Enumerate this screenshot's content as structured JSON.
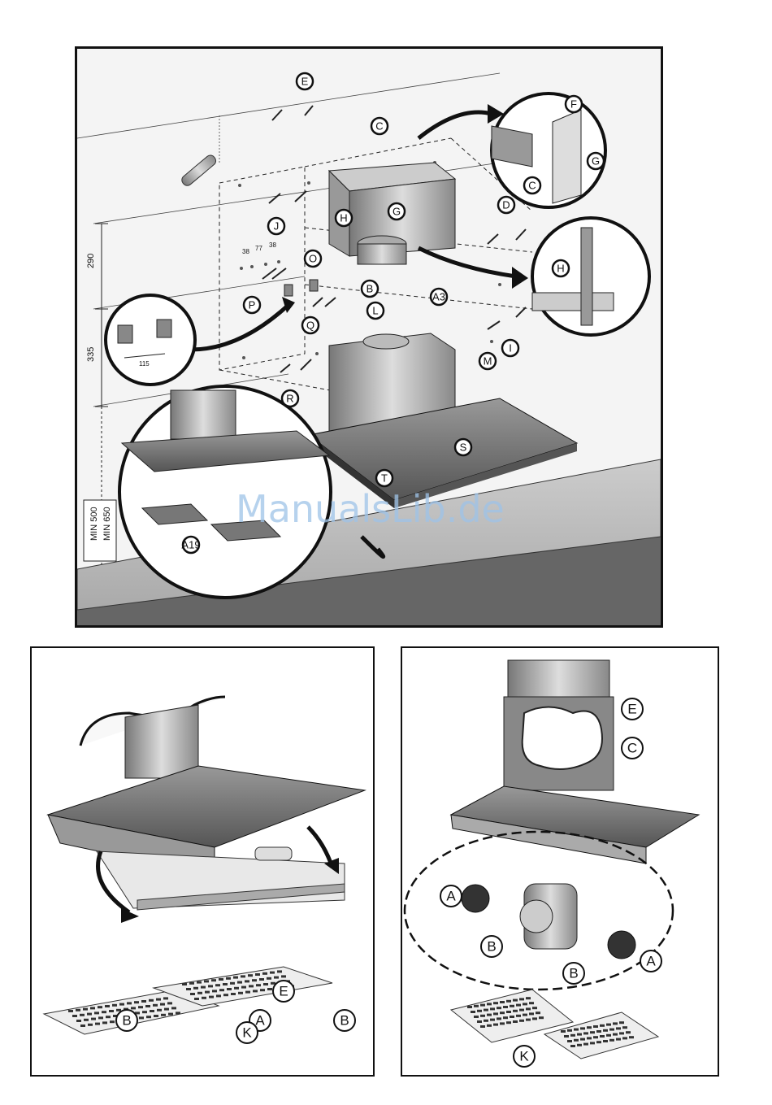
{
  "watermark": "ManualsLib.de",
  "top_panel": {
    "labels": [
      "E",
      "C",
      "F",
      "G",
      "C",
      "G",
      "H",
      "J",
      "O",
      "P",
      "Q",
      "B",
      "L",
      "A3",
      "D",
      "H",
      "I",
      "M",
      "R",
      "S",
      "T",
      "A19"
    ],
    "dimensions": {
      "d290": "290",
      "d335": "335",
      "d115": "115",
      "d38a": "38",
      "d77": "77",
      "d38b": "38"
    },
    "min_labels": [
      "MIN 500",
      "MIN 650"
    ]
  },
  "bottom_left": {
    "labels": [
      "B",
      "A",
      "E",
      "B",
      "K"
    ]
  },
  "bottom_right": {
    "labels": [
      "E",
      "C",
      "A",
      "B",
      "B",
      "A",
      "K"
    ]
  }
}
